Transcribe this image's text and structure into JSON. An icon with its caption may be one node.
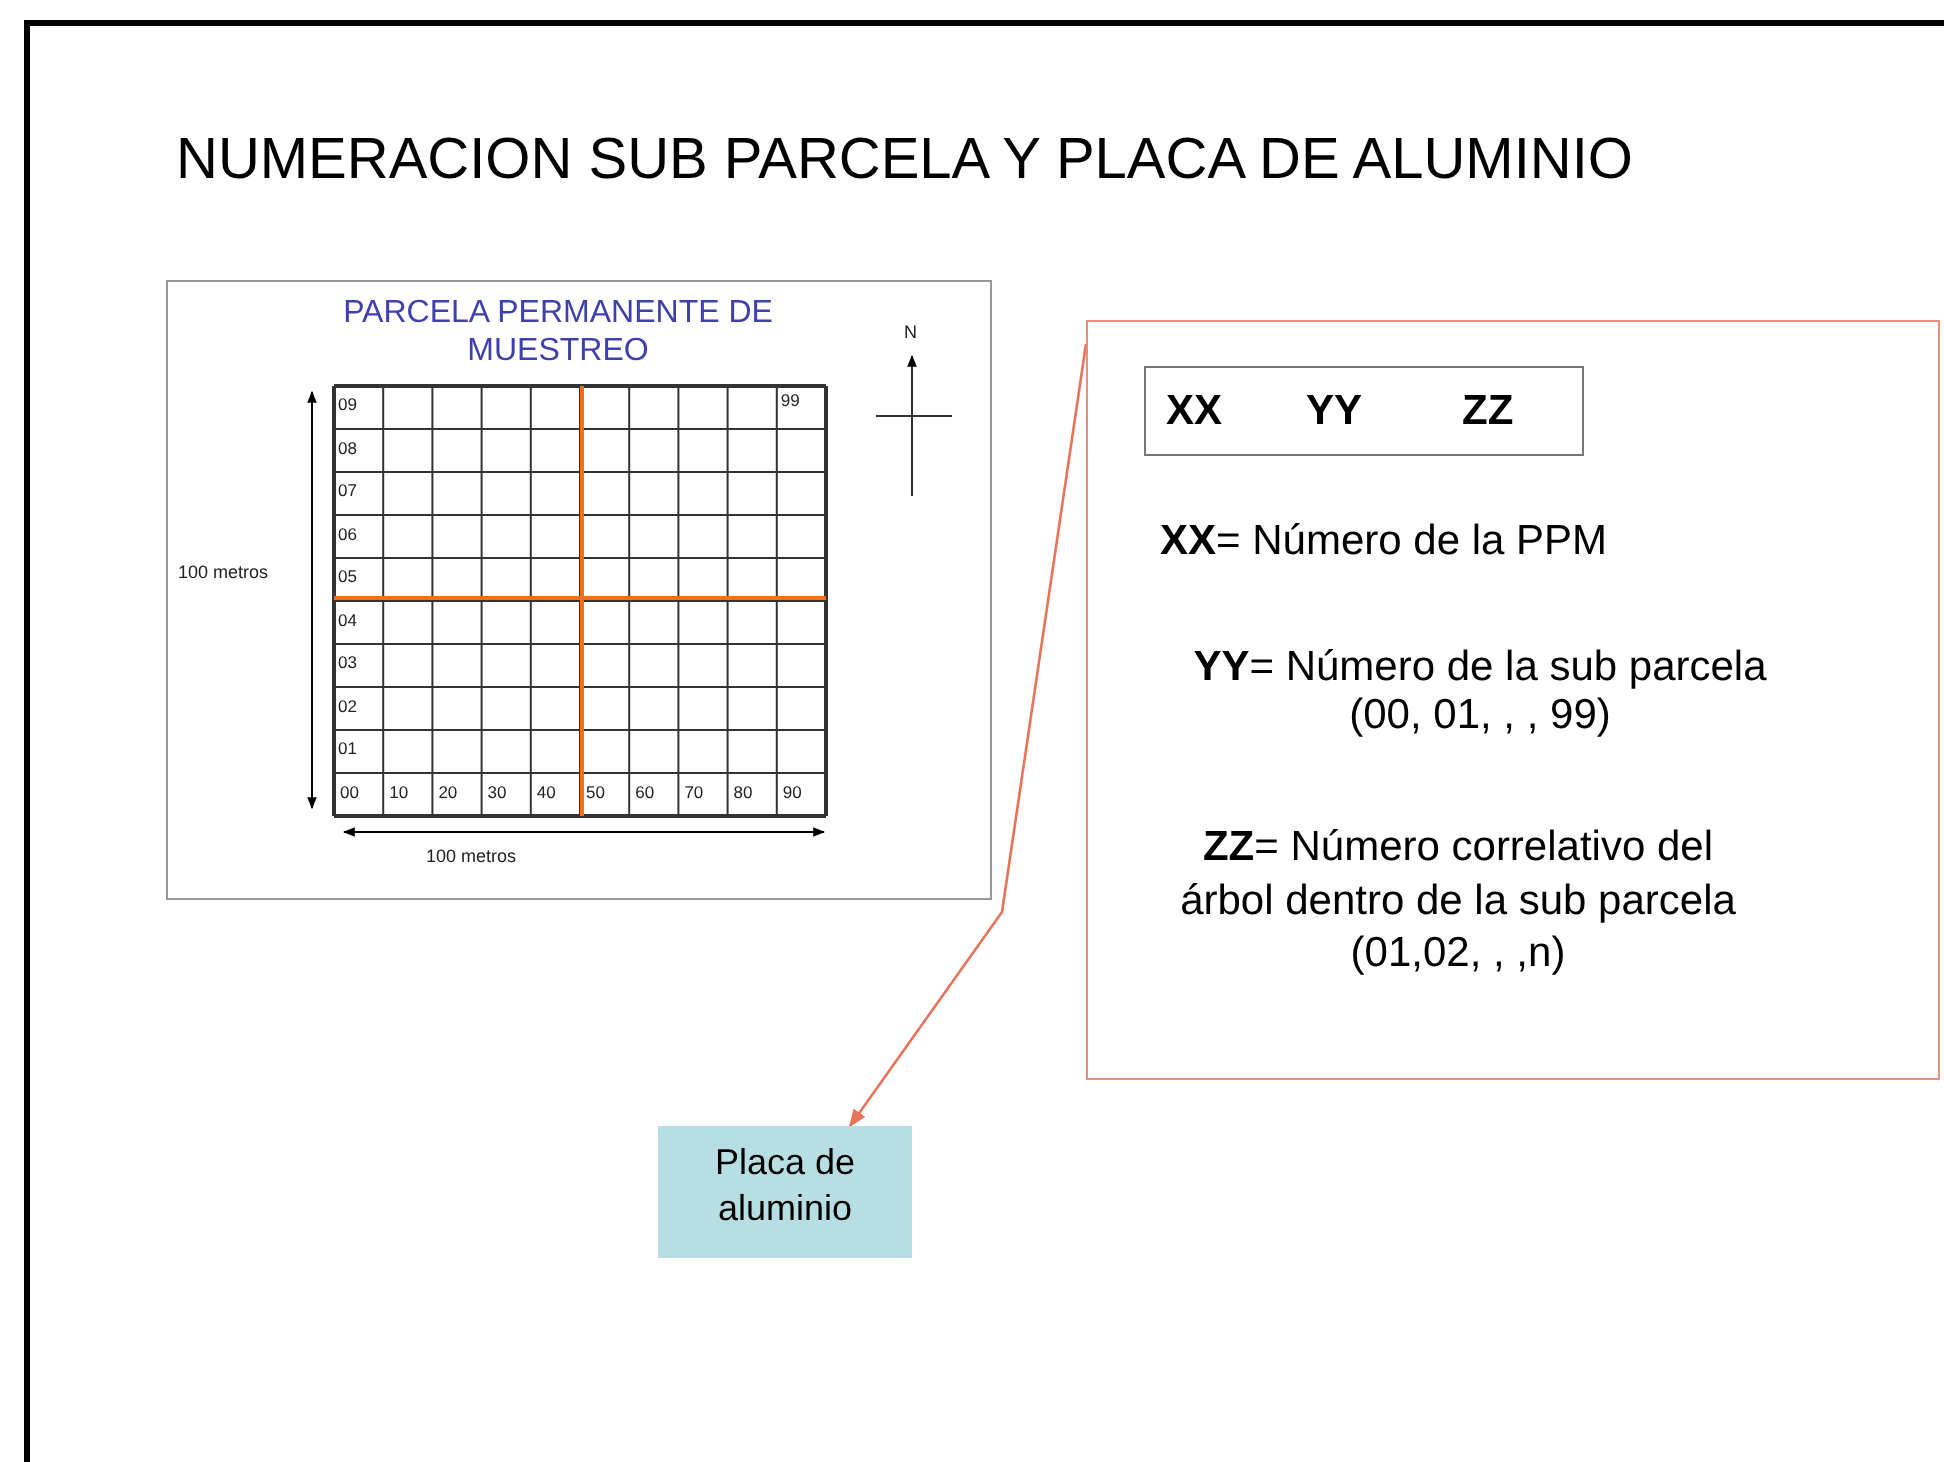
{
  "diagram": {
    "title": "NUMERACION SUB PARCELA Y PLACA DE ALUMINIO",
    "nodes": [
      {
        "text": [
          "PARCELA PERMANENTE DE MUESTREO"
        ]
      },
      {
        "text": [
          "**XX**= Número de la PPM",
          "**YY**= Número de la sub parcela (00, 01, , , 99)",
          "**ZZ**= Número correlativo del árbol dentro de la sub parcela (01,02, , ,n)"
        ]
      },
      {
        "text": [
          "XX",
          "YY",
          "ZZ"
        ],
        "in": 1
      },
      {
        "text": [
          "Placa de aluminio"
        ]
      }
    ],
    "edges": [
      {
        "from": 1,
        "to": 3,
        "arrow": "to"
      }
    ],
    "labels": [
      "N",
      "09",
      "99",
      "08",
      "07",
      "06",
      "100 metros",
      "05",
      "04",
      "03",
      "02",
      "01",
      "00",
      "10",
      "20",
      "30",
      "40",
      "50",
      "60",
      "70",
      "80",
      "90",
      "100 metros"
    ]
  }
}
